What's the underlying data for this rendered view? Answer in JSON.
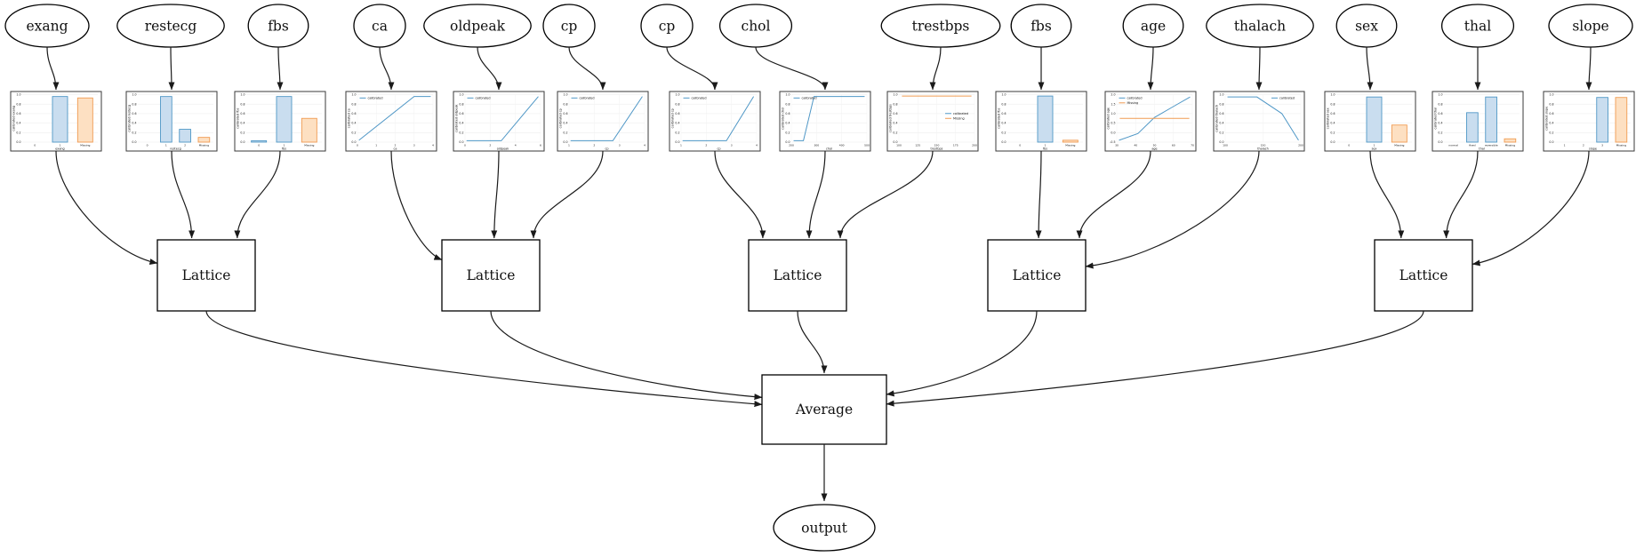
{
  "diagram": {
    "type": "lattice-ensemble-model-graph",
    "features": [
      "exang",
      "restecg",
      "fbs",
      "ca",
      "oldpeak",
      "cp",
      "cp",
      "chol",
      "trestbps",
      "fbs",
      "age",
      "thalach",
      "sex",
      "thal",
      "slope"
    ],
    "node_labels": {
      "lattice": "Lattice",
      "average": "Average",
      "output": "output"
    },
    "groups": [
      [
        0,
        1,
        2
      ],
      [
        3,
        4,
        5
      ],
      [
        6,
        7,
        8
      ],
      [
        9,
        10,
        11
      ],
      [
        12,
        13,
        14
      ]
    ],
    "lattice_count": 5
  },
  "colors": {
    "calibrated_stroke": "#4f97c6",
    "calibrated_fill": "#c9ddef",
    "missing_stroke": "#f09b52",
    "missing_fill": "#fde0c2",
    "edge": "#1a1a1a",
    "chart_frame": "#3a3a3a",
    "grid": "#ebebeb",
    "grid_v": "#f2f2f2",
    "tick_text": "#555555",
    "node_fill": "#ffffff",
    "node_stroke": "#000000"
  },
  "chart_data": [
    {
      "feature": "exang",
      "type": "bar",
      "xlabel": "exang",
      "ylabel": "calibrated exang",
      "categories": [
        "0",
        "1",
        "Missing"
      ],
      "bars": [
        {
          "cat": 1,
          "value": 0.96,
          "series": "calibrated"
        },
        {
          "cat": 2,
          "value": 0.93,
          "series": "Missing"
        }
      ],
      "yticks": [
        "1.0",
        "0.8",
        "0.6",
        "0.4",
        "0.2",
        "0.0"
      ]
    },
    {
      "feature": "restecg",
      "type": "bar",
      "xlabel": "restecg",
      "ylabel": "calibrated restecg",
      "categories": [
        "0",
        "1",
        "2",
        "Missing"
      ],
      "bars": [
        {
          "cat": 1,
          "value": 0.96,
          "series": "calibrated"
        },
        {
          "cat": 2,
          "value": 0.27,
          "series": "calibrated"
        },
        {
          "cat": 3,
          "value": 0.1,
          "series": "Missing"
        }
      ],
      "yticks": [
        "1.0",
        "0.8",
        "0.6",
        "0.4",
        "0.2",
        "0.0"
      ]
    },
    {
      "feature": "fbs",
      "type": "bar",
      "xlabel": "fbs",
      "ylabel": "calibrated fbs",
      "categories": [
        "0",
        "1",
        "Missing"
      ],
      "bars": [
        {
          "cat": 0,
          "value": 0.03,
          "series": "calibrated"
        },
        {
          "cat": 1,
          "value": 0.96,
          "series": "calibrated"
        },
        {
          "cat": 2,
          "value": 0.5,
          "series": "Missing"
        }
      ],
      "yticks": [
        "1.0",
        "0.8",
        "0.6",
        "0.4",
        "0.2",
        "0.0"
      ]
    },
    {
      "feature": "ca",
      "type": "line",
      "xlabel": "ca",
      "ylabel": "calibrated ca",
      "xticks": [
        "0",
        "1",
        "2",
        "3",
        "4"
      ],
      "series": [
        {
          "name": "calibrated",
          "points": [
            [
              0.02,
              0.04
            ],
            [
              0.75,
              0.96
            ],
            [
              0.97,
              0.96
            ]
          ]
        }
      ],
      "legend": {
        "position": "top-left",
        "items": [
          "calibrated"
        ]
      },
      "yticks": [
        "1.0",
        "0.8",
        "0.6",
        "0.4",
        "0.2",
        "0.0"
      ]
    },
    {
      "feature": "oldpeak",
      "type": "line",
      "xlabel": "oldpeak",
      "ylabel": "calibrated oldpeak",
      "xticks": [
        "0",
        "2",
        "4",
        "6"
      ],
      "series": [
        {
          "name": "calibrated",
          "points": [
            [
              0.02,
              0.03
            ],
            [
              0.48,
              0.03
            ],
            [
              0.97,
              0.96
            ]
          ]
        }
      ],
      "legend": {
        "position": "top-left",
        "items": [
          "calibrated"
        ]
      },
      "yticks": [
        "1.0",
        "0.8",
        "0.6",
        "0.4",
        "0.2",
        "0.0"
      ]
    },
    {
      "feature": "cp",
      "type": "line",
      "xlabel": "cp",
      "ylabel": "calibrated cp",
      "xticks": [
        "1",
        "2",
        "3",
        "4"
      ],
      "series": [
        {
          "name": "calibrated",
          "points": [
            [
              0.02,
              0.03
            ],
            [
              0.58,
              0.03
            ],
            [
              0.97,
              0.96
            ]
          ]
        }
      ],
      "legend": {
        "position": "top-left",
        "items": [
          "calibrated"
        ]
      },
      "yticks": [
        "1.0",
        "0.8",
        "0.6",
        "0.4",
        "0.2",
        "0.0"
      ]
    },
    {
      "feature": "cp",
      "type": "line",
      "xlabel": "cp",
      "ylabel": "calibrated cp",
      "xticks": [
        "1",
        "2",
        "3",
        "4"
      ],
      "series": [
        {
          "name": "calibrated",
          "points": [
            [
              0.02,
              0.03
            ],
            [
              0.6,
              0.03
            ],
            [
              0.96,
              0.96
            ]
          ]
        }
      ],
      "legend": {
        "position": "top-left",
        "items": [
          "calibrated"
        ]
      },
      "yticks": [
        "1.0",
        "0.8",
        "0.6",
        "0.4",
        "0.2",
        "0.0"
      ]
    },
    {
      "feature": "chol",
      "type": "line",
      "xlabel": "chol",
      "ylabel": "calibrated chol",
      "xticks": [
        "200",
        "300",
        "400",
        "500"
      ],
      "series": [
        {
          "name": "calibrated",
          "points": [
            [
              0.03,
              0.03
            ],
            [
              0.16,
              0.03
            ],
            [
              0.3,
              0.96
            ],
            [
              0.97,
              0.96
            ]
          ]
        }
      ],
      "legend": {
        "position": "top-left",
        "items": [
          "calibrated"
        ]
      },
      "yticks": [
        "1.0",
        "0.8",
        "0.6",
        "0.4",
        "0.2",
        "0.0"
      ]
    },
    {
      "feature": "trestbps",
      "type": "line",
      "xlabel": "trestbps",
      "ylabel": "calibrated trestbps",
      "xticks": [
        "100",
        "125",
        "150",
        "175",
        "200"
      ],
      "series": [
        {
          "name": "Missing",
          "points": [
            [
              0.04,
              0.97
            ],
            [
              0.96,
              0.97
            ]
          ]
        }
      ],
      "legend": {
        "position": "mid-right",
        "items": [
          "calibrated",
          "Missing"
        ]
      },
      "yticks": [
        "1.0",
        "0.8",
        "0.6",
        "0.4",
        "0.2",
        "0.0"
      ]
    },
    {
      "feature": "fbs",
      "type": "bar",
      "xlabel": "fbs",
      "ylabel": "calibrated fbs",
      "categories": [
        "0",
        "1",
        "Missing"
      ],
      "bars": [
        {
          "cat": 1,
          "value": 0.97,
          "series": "calibrated"
        },
        {
          "cat": 2,
          "value": 0.04,
          "series": "Missing"
        }
      ],
      "yticks": [
        "1.0",
        "0.8",
        "0.6",
        "0.4",
        "0.2",
        "0.0"
      ]
    },
    {
      "feature": "age",
      "type": "line",
      "xlabel": "age",
      "ylabel": "calibrated age",
      "xticks": [
        "30",
        "40",
        "50",
        "60",
        "70"
      ],
      "series": [
        {
          "name": "calibrated",
          "points": [
            [
              0.03,
              0.04
            ],
            [
              0.28,
              0.18
            ],
            [
              0.5,
              0.52
            ],
            [
              0.75,
              0.75
            ],
            [
              0.97,
              0.95
            ]
          ]
        },
        {
          "name": "Missing",
          "points": [
            [
              0.04,
              0.5
            ],
            [
              0.96,
              0.5
            ]
          ]
        }
      ],
      "legend": {
        "position": "top-left",
        "items": [
          "calibrated",
          "Missing"
        ]
      },
      "yticks": [
        "2.0",
        "1.5",
        "1.0",
        "0.5",
        "0.0",
        "-0.5"
      ]
    },
    {
      "feature": "thalach",
      "type": "line",
      "xlabel": "thalach",
      "ylabel": "calibrated thalach",
      "xticks": [
        "100",
        "150",
        "200"
      ],
      "series": [
        {
          "name": "calibrated",
          "points": [
            [
              0.03,
              0.95
            ],
            [
              0.42,
              0.95
            ],
            [
              0.75,
              0.6
            ],
            [
              0.97,
              0.04
            ]
          ]
        }
      ],
      "legend": {
        "position": "top-right",
        "items": [
          "calibrated"
        ]
      },
      "yticks": [
        "1.0",
        "0.8",
        "0.6",
        "0.4",
        "0.2",
        "0.0"
      ]
    },
    {
      "feature": "sex",
      "type": "bar",
      "xlabel": "sex",
      "ylabel": "calibrated sex",
      "categories": [
        "0",
        "1",
        "Missing"
      ],
      "bars": [
        {
          "cat": 1,
          "value": 0.95,
          "series": "calibrated"
        },
        {
          "cat": 2,
          "value": 0.36,
          "series": "Missing"
        }
      ],
      "yticks": [
        "1.0",
        "0.8",
        "0.6",
        "0.4",
        "0.2",
        "0.0"
      ]
    },
    {
      "feature": "thal",
      "type": "bar",
      "xlabel": "thal",
      "ylabel": "calibrated thal",
      "categories": [
        "normal",
        "fixed",
        "reversible",
        "Missing"
      ],
      "bars": [
        {
          "cat": 1,
          "value": 0.62,
          "series": "calibrated"
        },
        {
          "cat": 2,
          "value": 0.95,
          "series": "calibrated"
        },
        {
          "cat": 3,
          "value": 0.07,
          "series": "Missing"
        }
      ],
      "yticks": [
        "1.0",
        "0.8",
        "0.6",
        "0.4",
        "0.2",
        "0.0"
      ]
    },
    {
      "feature": "slope",
      "type": "bar",
      "xlabel": "slope",
      "ylabel": "calibrated slope",
      "categories": [
        "1",
        "2",
        "3",
        "Missing"
      ],
      "bars": [
        {
          "cat": 2,
          "value": 0.94,
          "series": "calibrated"
        },
        {
          "cat": 3,
          "value": 0.94,
          "series": "Missing"
        }
      ],
      "yticks": [
        "1.0",
        "0.8",
        "0.6",
        "0.4",
        "0.2",
        "0.0"
      ]
    }
  ]
}
